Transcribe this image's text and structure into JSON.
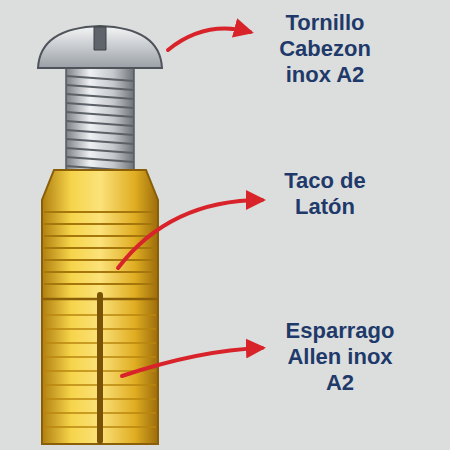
{
  "diagram": {
    "labels": [
      "Tornillo Cabezon inox A2",
      "Taco de Latón",
      "Esparrago Allen inox A2"
    ]
  }
}
